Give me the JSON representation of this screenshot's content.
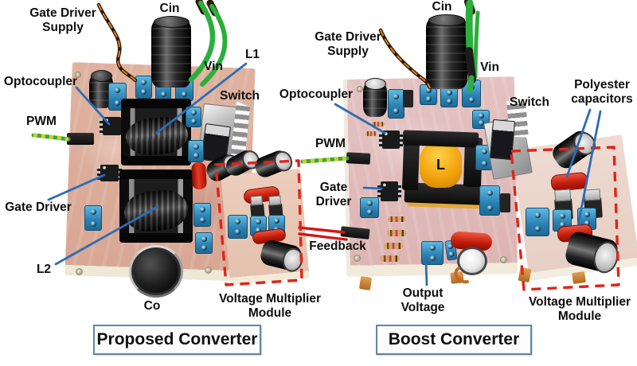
{
  "figure": {
    "left": {
      "title": "Proposed Converter",
      "labels": {
        "gate_driver_supply": "Gate Driver Supply",
        "cin": "Cin",
        "vin": "Vin",
        "l1": "L1",
        "optocoupler": "Optocoupler",
        "pwm": "PWM",
        "switch": "Switch",
        "gate_driver": "Gate Driver",
        "l2": "L2",
        "co": "Co",
        "voltage_multiplier": "Voltage Multiplier Module"
      }
    },
    "right": {
      "title": "Boost Converter",
      "labels": {
        "cin": "Cin",
        "gate_driver_supply": "Gate Driver Supply",
        "vin": "Vin",
        "optocoupler": "Optocoupler",
        "pwm": "PWM",
        "switch": "Switch",
        "polyester_capacitors": "Polyester capacitors",
        "gate_driver": "Gate Driver",
        "inductor": "L",
        "feedback": "Feedback",
        "output_voltage": "Output Voltage",
        "voltage_multiplier": "Voltage Multiplier Module"
      }
    },
    "colors": {
      "annotation_blue": "#2e6cb5",
      "dashed_red": "#e02418",
      "title_border": "#5d87a8",
      "wire_green": "#2cae3c",
      "wire_yellow": "#d6ca2e",
      "wire_orange": "#e07f1e",
      "wire_dark": "#2a1808",
      "wire_red": "#d21616",
      "terminal_blue": "#2e8fc0"
    }
  }
}
